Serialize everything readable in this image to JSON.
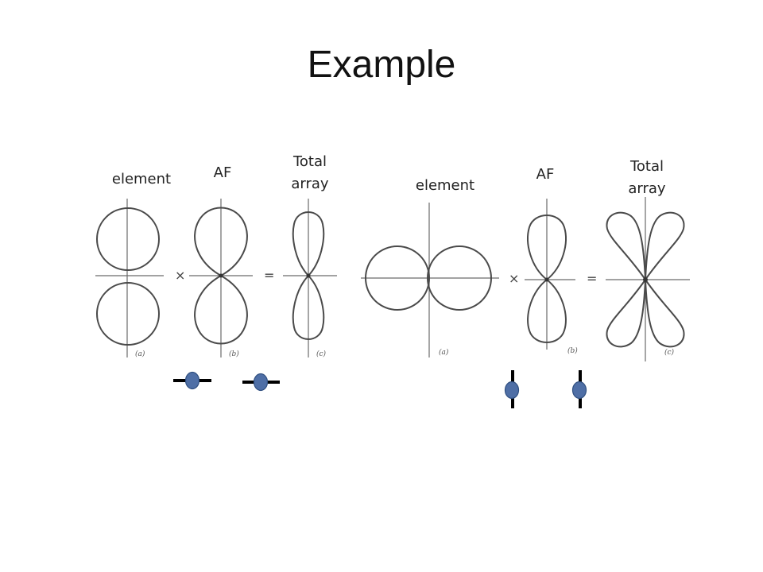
{
  "slide": {
    "title": "Example"
  },
  "left_group": {
    "labels": {
      "element": "element",
      "af": "AF",
      "total_line1": "Total",
      "total_line2": "array"
    },
    "captions": [
      "(a)",
      "(b)",
      "(c)"
    ],
    "operators": {
      "times": "×",
      "equals": "="
    },
    "dipole_orientation": "horizontal"
  },
  "right_group": {
    "labels": {
      "element": "element",
      "af": "AF",
      "total_line1": "Total",
      "total_line2": "array"
    },
    "captions": [
      "(a)",
      "(b)",
      "(c)"
    ],
    "operators": {
      "times": "×",
      "equals": "="
    },
    "dipole_orientation": "vertical"
  },
  "colors": {
    "dipole_fill": "#4f6fa6",
    "dipole_stroke": "#2f4f80",
    "dipole_rod": "#000000"
  }
}
